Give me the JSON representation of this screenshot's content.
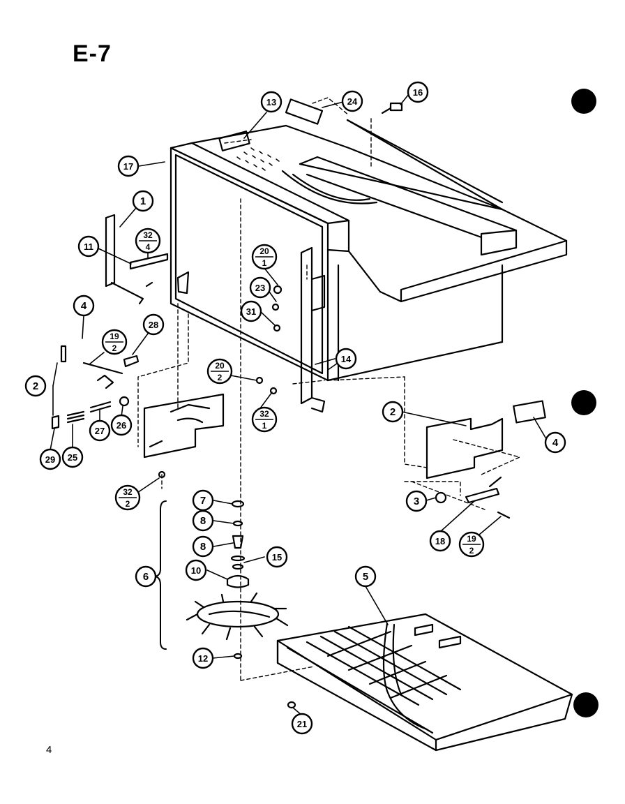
{
  "diagram": {
    "code": "E-7",
    "page_number": "4"
  },
  "callouts": [
    {
      "id": "c1",
      "label": "1"
    },
    {
      "id": "c2a",
      "label": "2"
    },
    {
      "id": "c2b",
      "label": "2"
    },
    {
      "id": "c3",
      "label": "3"
    },
    {
      "id": "c4a",
      "label": "4"
    },
    {
      "id": "c4b",
      "label": "4"
    },
    {
      "id": "c5",
      "label": "5"
    },
    {
      "id": "c6",
      "label": "6"
    },
    {
      "id": "c7",
      "label": "7"
    },
    {
      "id": "c8a",
      "label": "8"
    },
    {
      "id": "c8b",
      "label": "8"
    },
    {
      "id": "c10",
      "label": "10"
    },
    {
      "id": "c11",
      "label": "11"
    },
    {
      "id": "c12",
      "label": "12"
    },
    {
      "id": "c13",
      "label": "13"
    },
    {
      "id": "c14",
      "label": "14"
    },
    {
      "id": "c15",
      "label": "15"
    },
    {
      "id": "c16",
      "label": "16"
    },
    {
      "id": "c17",
      "label": "17"
    },
    {
      "id": "c18",
      "label": "18"
    },
    {
      "id": "c21",
      "label": "21"
    },
    {
      "id": "c23",
      "label": "23"
    },
    {
      "id": "c24",
      "label": "24"
    },
    {
      "id": "c25",
      "label": "25"
    },
    {
      "id": "c26",
      "label": "26"
    },
    {
      "id": "c27",
      "label": "27"
    },
    {
      "id": "c28",
      "label": "28"
    },
    {
      "id": "c29",
      "label": "29"
    },
    {
      "id": "c31",
      "label": "31"
    }
  ],
  "fraction_callouts": [
    {
      "id": "f32_4",
      "top": "32",
      "bottom": "4"
    },
    {
      "id": "f20_1",
      "top": "20",
      "bottom": "1"
    },
    {
      "id": "f19_2a",
      "top": "19",
      "bottom": "2"
    },
    {
      "id": "f20_2",
      "top": "20",
      "bottom": "2"
    },
    {
      "id": "f32_1",
      "top": "32",
      "bottom": "1"
    },
    {
      "id": "f32_2",
      "top": "32",
      "bottom": "2"
    },
    {
      "id": "f19_2b",
      "top": "19",
      "bottom": "2"
    }
  ]
}
